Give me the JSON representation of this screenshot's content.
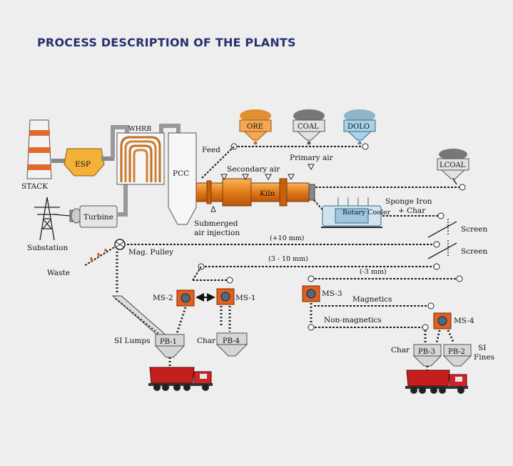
{
  "title": "PROCESS DESCRIPTION OF THE PLANTS",
  "colors": {
    "title": "#27306e",
    "kiln": "#e8871e",
    "bin": "#d6d6d6",
    "ore_bin": "#f0a050",
    "dolo_bin": "#9ec8e0",
    "truck": "#c41e1e",
    "separator": "#e06020"
  },
  "hoppers": {
    "ore": "ORE",
    "coal": "COAL",
    "dolo": "DOLO",
    "lcoal": "LCOAL"
  },
  "equipment": {
    "stack": "STACK",
    "esp": "ESP",
    "whrb": "WHRB",
    "pcc": "PCC",
    "kiln": "Kiln",
    "turbine": "Turbine",
    "substation": "Substation",
    "rotary_cooler": "Rotary Cooler",
    "mag_pulley": "Mag. Pulley",
    "waste": "Waste"
  },
  "labels": {
    "feed": "Feed",
    "secondary_air": "Secondary air",
    "primary_air": "Primary air",
    "submerged_air": "Submerged",
    "submerged_air2": "air injection",
    "sponge_iron": "Sponge Iron",
    "sponge_iron2": "+ Char",
    "screen1": "Screen",
    "screen2": "Screen",
    "plus10": "(+10 mm)",
    "three_ten": "(3 - 10 mm)",
    "minus3": "(-3 mm)",
    "magnetics": "Magnetics",
    "non_magnetics": "Non-magnetics",
    "si_lumps": "SI Lumps",
    "char1": "Char",
    "char2": "Char",
    "si_fines1": "SI",
    "si_fines2": "Fines"
  },
  "separators": {
    "ms1": "MS-1",
    "ms2": "MS-2",
    "ms3": "MS-3",
    "ms4": "MS-4"
  },
  "product_bins": {
    "pb1": "PB-1",
    "pb2": "PB-2",
    "pb3": "PB-3",
    "pb4": "PB-4"
  }
}
